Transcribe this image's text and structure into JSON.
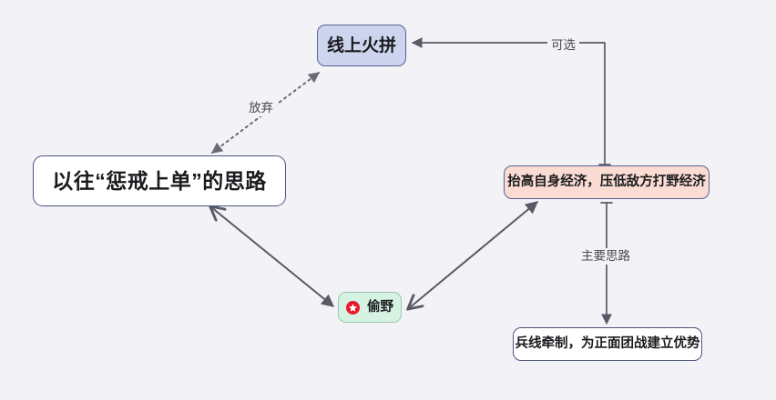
{
  "diagram": {
    "background_color": "#f2f2f7",
    "title_node_text": "以往“惩戒上单”的思路",
    "nodes": [
      {
        "id": "root",
        "label": "以往“惩戒上单”的思路",
        "fill": "#ffffff",
        "border": "#4b5579",
        "shape": "rounded-rectangle"
      },
      {
        "id": "online-fight",
        "label": "线上火拼",
        "fill": "#ccd4ee",
        "border": "#5a6493",
        "shape": "rounded-rectangle"
      },
      {
        "id": "economy",
        "label": "抬高自身经济，压低敌方打野经济",
        "fill": "#fadcd3",
        "border": "#5a6493",
        "shape": "rounded-rectangle"
      },
      {
        "id": "steal-jungle",
        "label": "偷野",
        "fill": "#d6f2e2",
        "border": "#9dc6b0",
        "shape": "rounded-rectangle",
        "icon": "red-star-badge-icon",
        "icon_color": "#e8182a"
      },
      {
        "id": "wave-control",
        "label": "兵线牵制，为正面团战建立优势",
        "fill": "#ffffff",
        "border": "#4b5579",
        "shape": "rounded-rectangle"
      }
    ],
    "edges": [
      {
        "id": "abandon",
        "label": "放弃",
        "from": "root",
        "to": "online-fight",
        "style": "dotted",
        "arrows": "both",
        "color": "#6b6b78"
      },
      {
        "id": "optional",
        "label": "可选",
        "from": "economy",
        "to": "online-fight",
        "style": "solid-elbow",
        "arrows": "end",
        "color": "#5a5a66"
      },
      {
        "id": "root-to-steal",
        "label": "",
        "from": "root",
        "to": "steal-jungle",
        "style": "solid",
        "arrows": "both",
        "color": "#5a5a66"
      },
      {
        "id": "steal-to-economy",
        "label": "",
        "from": "steal-jungle",
        "to": "economy",
        "style": "solid",
        "arrows": "both",
        "color": "#5a5a66"
      },
      {
        "id": "main-approach",
        "label": "主要思路",
        "from": "economy",
        "to": "wave-control",
        "style": "solid",
        "arrows": "end",
        "color": "#5a5a66"
      }
    ]
  }
}
